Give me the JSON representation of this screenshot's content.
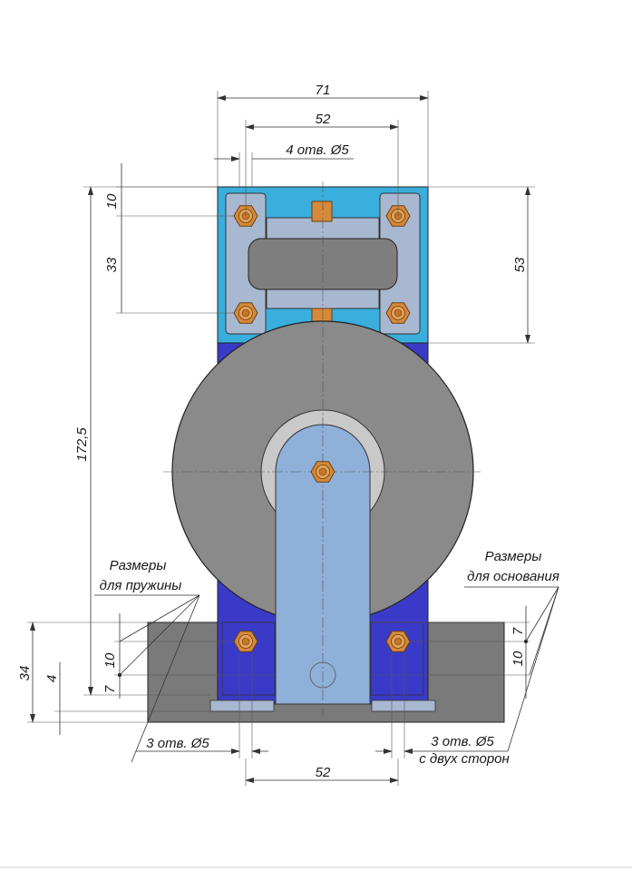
{
  "colors": {
    "background": "#ffffff",
    "top_plate": "#3aaedc",
    "side_plate": "#3a3ac8",
    "wheel": "#8a8a8a",
    "wheel_dark": "#7d7d7d",
    "axle_ring": "#c9c9c9",
    "fork_arm": "#8fb0d8",
    "base_plate": "#7a7a7a",
    "bracket": "#a8b8d0",
    "spring_block": "#7e7e7e",
    "nut": "#d6893a",
    "dimension_line": "#333333"
  },
  "icons": [
    "hex-nut-icon",
    "bolt-icon",
    "arrow-icon"
  ],
  "dimensions": {
    "overall_width": "71",
    "hole_spacing_top": "52",
    "holes_top": "4 отв. Ø5",
    "top_offset": "10",
    "bolt_spacing_vertical": "33",
    "top_block_height": "53",
    "total_height": "172,5",
    "base_height": "34",
    "base_thickness": "4",
    "spring_10": "10",
    "spring_7": "7",
    "base_7": "7",
    "base_10": "10",
    "holes_bottom_left": "3 отв. Ø5",
    "holes_bottom_right": "3 отв. Ø5",
    "both_sides": "с двух сторон",
    "hole_spacing_bottom": "52"
  },
  "notes": {
    "spring_line1": "Размеры",
    "spring_line2": "для пружины",
    "base_line1": "Размеры",
    "base_line2": "для основания"
  }
}
